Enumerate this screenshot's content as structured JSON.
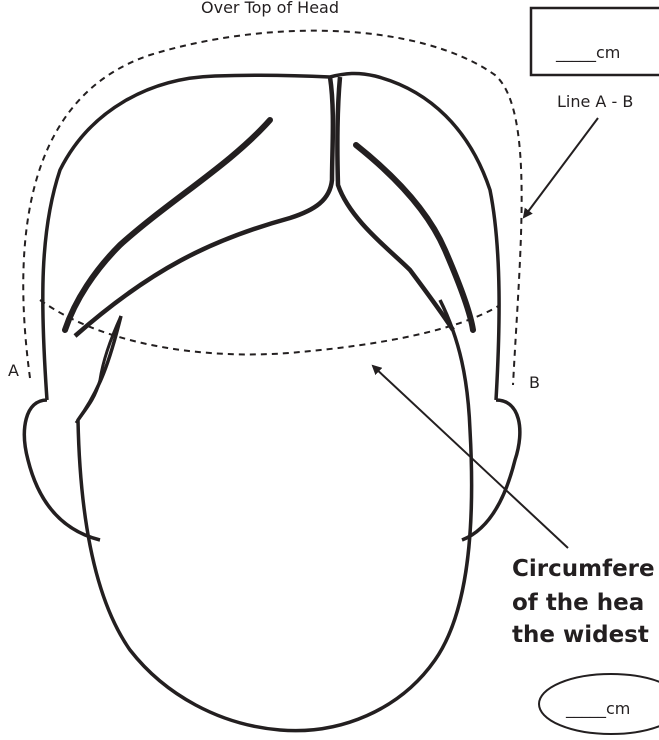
{
  "labels": {
    "top_title": "Over Top of Head",
    "point_a": "A",
    "point_b": "B",
    "box_value": "_____cm",
    "box_caption": "Line A - B",
    "circumference_line1": "Circumfere",
    "circumference_line2": "of  the hea",
    "circumference_line3": "the widest",
    "oval_value": "_____cm"
  },
  "colors": {
    "ink": "#231f20",
    "background": "#ffffff"
  }
}
